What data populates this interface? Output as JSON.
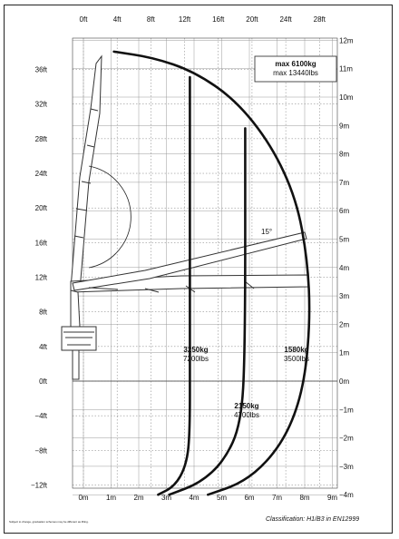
{
  "chart_data": {
    "type": "load_chart",
    "x_axis_top": {
      "unit": "ft",
      "ticks": [
        "0ft",
        "4ft",
        "8ft",
        "12ft",
        "16ft",
        "20ft",
        "24ft",
        "28ft"
      ],
      "values": [
        0,
        4,
        8,
        12,
        16,
        20,
        24,
        28
      ]
    },
    "x_axis_bottom": {
      "unit": "m",
      "ticks": [
        "0m",
        "1m",
        "2m",
        "3m",
        "4m",
        "5m",
        "6m",
        "7m",
        "8m",
        "9m"
      ],
      "values": [
        0,
        1,
        2,
        3,
        4,
        5,
        6,
        7,
        8,
        9
      ]
    },
    "y_axis_left": {
      "unit": "ft",
      "ticks": [
        "36ft",
        "32ft",
        "28ft",
        "24ft",
        "20ft",
        "16ft",
        "12ft",
        "8ft",
        "4ft",
        "0ft",
        "−4ft",
        "−8ft",
        "−12ft"
      ],
      "values": [
        36,
        32,
        28,
        24,
        20,
        16,
        12,
        8,
        4,
        0,
        -4,
        -8,
        -12
      ]
    },
    "y_axis_right": {
      "unit": "m",
      "ticks": [
        "12m",
        "11m",
        "10m",
        "9m",
        "8m",
        "7m",
        "6m",
        "5m",
        "4m",
        "3m",
        "2m",
        "1m",
        "0m",
        "−1m",
        "−2m",
        "−3m",
        "−4m"
      ],
      "values": [
        12,
        11,
        10,
        9,
        8,
        7,
        6,
        5,
        4,
        3,
        2,
        1,
        0,
        -1,
        -2,
        -3,
        -4
      ]
    },
    "angle_label": "15°",
    "capacities": [
      {
        "kg": "max 6100kg",
        "lbs": "max 13440lbs",
        "reach_m": 0.6
      },
      {
        "kg": "3250kg",
        "lbs": "7200lbs",
        "reach_m": 3.85
      },
      {
        "kg": "2150kg",
        "lbs": "4700lbs",
        "reach_m": 5.85
      },
      {
        "kg": "1580kg",
        "lbs": "3500lbs",
        "reach_m": 8.1
      }
    ],
    "curves": [
      {
        "name": "3250kg",
        "points": [
          [
            3.85,
            10.7
          ],
          [
            3.85,
            1.0
          ],
          [
            3.85,
            -2.0
          ],
          [
            3.7,
            -3.0
          ],
          [
            3.3,
            -3.7
          ],
          [
            2.7,
            -4.0
          ]
        ]
      },
      {
        "name": "2150kg",
        "points": [
          [
            5.85,
            8.9
          ],
          [
            5.85,
            1.0
          ],
          [
            5.7,
            -1.5
          ],
          [
            5.1,
            -2.8
          ],
          [
            4.2,
            -3.6
          ],
          [
            3.1,
            -4.0
          ]
        ]
      },
      {
        "name": "1580kg",
        "points": [
          [
            1.1,
            11.6
          ],
          [
            2.5,
            11.4
          ],
          [
            4.0,
            10.9
          ],
          [
            5.5,
            9.9
          ],
          [
            6.8,
            8.3
          ],
          [
            7.7,
            6.4
          ],
          [
            8.1,
            4.3
          ],
          [
            8.2,
            2.2
          ],
          [
            8.0,
            0.0
          ],
          [
            7.5,
            -1.6
          ],
          [
            6.7,
            -2.8
          ],
          [
            5.7,
            -3.6
          ],
          [
            4.5,
            -4.0
          ]
        ]
      }
    ],
    "grid": true
  },
  "texts": {
    "disclaimer": "Subject to change, graduation schemes may be different as lifting.",
    "classification": "Classification:  H1/B3 in EN12999"
  },
  "colors": {
    "line": "#111111",
    "grid": "#777777",
    "crane": "#333333"
  }
}
